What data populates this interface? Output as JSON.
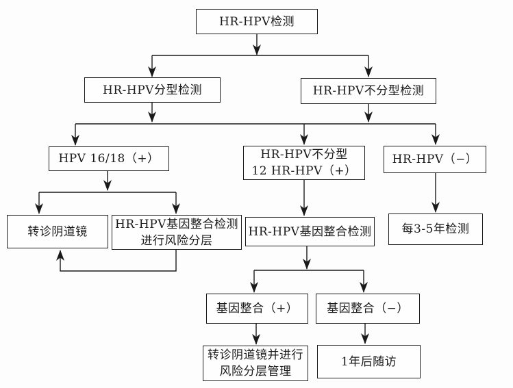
{
  "figure": {
    "background_color": "#fdfdfd",
    "line_color": "#1a1a1a",
    "box_border_color": "#1b1b1b",
    "box_fill_color": "#fefefe"
  },
  "flowchart": {
    "nodes": {
      "root": {
        "label": "HR-HPV检测"
      },
      "typed": {
        "label": "HR-HPV分型检测"
      },
      "untyped": {
        "label": "HR-HPV不分型检测"
      },
      "hpv_16_18_pos": {
        "label": "HPV 16/18（+）"
      },
      "untyped_12_pos": {
        "lines": [
          "HR-HPV不分型",
          "12 HR-HPV（+）"
        ]
      },
      "hpv_neg": {
        "label": "HR-HPV（−）"
      },
      "colposcopy": {
        "label": "转诊阴道镜"
      },
      "integration_risk": {
        "lines": [
          "HR-HPV基因整合检测",
          "进行风险分层"
        ]
      },
      "integration_test": {
        "label": "HR-HPV基因整合检测"
      },
      "retest_3_5y": {
        "label": "每3-5年检测"
      },
      "integration_pos": {
        "label": "基因整合（+）"
      },
      "integration_neg": {
        "label": "基因整合（−）"
      },
      "colposcopy_manage": {
        "lines": [
          "转诊阴道镜并进行",
          "风险分层管理"
        ]
      },
      "followup_1y": {
        "label": "1年后随访"
      }
    },
    "edges": [
      {
        "from": "root",
        "to": "typed"
      },
      {
        "from": "root",
        "to": "untyped"
      },
      {
        "from": "typed",
        "to": "hpv_16_18_pos"
      },
      {
        "from": "untyped",
        "to": "untyped_12_pos"
      },
      {
        "from": "untyped",
        "to": "hpv_neg"
      },
      {
        "from": "hpv_16_18_pos",
        "to": "colposcopy"
      },
      {
        "from": "hpv_16_18_pos",
        "to": "integration_risk"
      },
      {
        "from": "integration_risk",
        "to": "colposcopy"
      },
      {
        "from": "untyped_12_pos",
        "to": "integration_test"
      },
      {
        "from": "hpv_neg",
        "to": "retest_3_5y"
      },
      {
        "from": "integration_test",
        "to": "integration_pos"
      },
      {
        "from": "integration_test",
        "to": "integration_neg"
      },
      {
        "from": "integration_pos",
        "to": "colposcopy_manage"
      },
      {
        "from": "integration_neg",
        "to": "followup_1y"
      }
    ]
  }
}
